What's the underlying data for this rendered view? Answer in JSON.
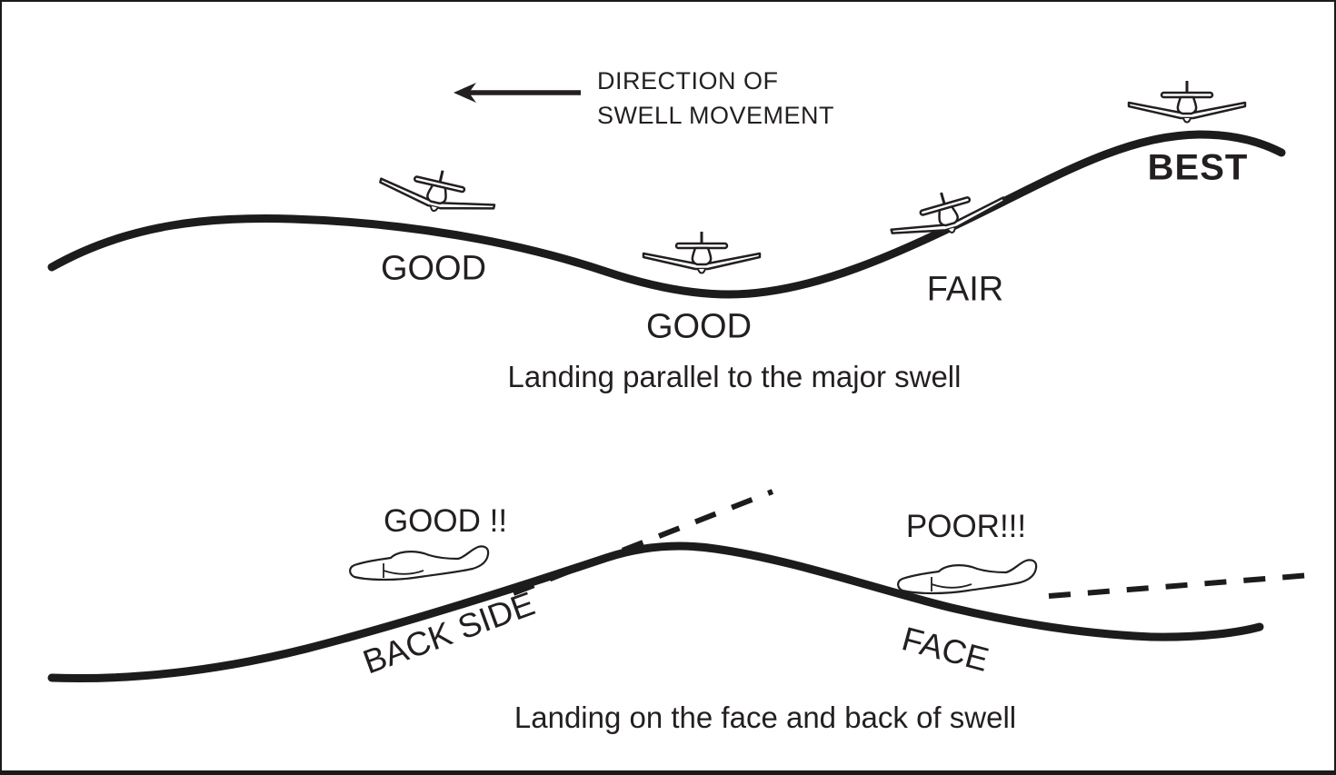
{
  "figure": {
    "colors": {
      "ink": "#231f20",
      "background": "#ffffff"
    },
    "top_diagram": {
      "direction_label_line1": "DIRECTION OF",
      "direction_label_line2": "SWELL MOVEMENT",
      "label_good_downslope": "GOOD",
      "label_good_trough": "GOOD",
      "label_fair": "FAIR",
      "label_best": "BEST",
      "caption": "Landing parallel to the major swell",
      "icons": [
        "left-arrow-icon",
        "airplane-front-banked-left-icon",
        "airplane-front-level-icon",
        "airplane-front-banked-right-icon",
        "airplane-front-level-icon"
      ]
    },
    "bottom_diagram": {
      "label_good": "GOOD !!",
      "label_poor": "POOR!!!",
      "label_back_side": "BACK SIDE",
      "label_face": "FACE",
      "caption": "Landing on the face and back of swell",
      "icons": [
        "seaplane-side-icon",
        "seaplane-side-icon"
      ]
    }
  }
}
